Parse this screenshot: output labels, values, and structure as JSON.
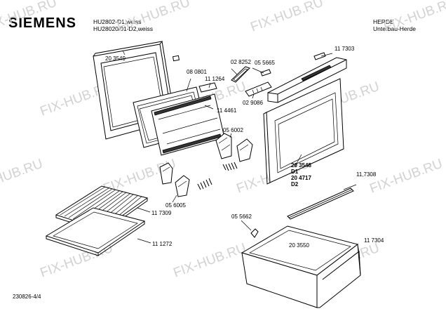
{
  "header": {
    "brand": "SIEMENS",
    "model_line_1": "HU2802-D1,weiss",
    "model_line_2": "HU28020/01-D2,weiss",
    "category_line_1": "HERDE",
    "category_line_2": "Unterbau-Herde"
  },
  "footer": {
    "ref": "230826-4/4"
  },
  "watermark": "FIX-HUB.RU",
  "parts": {
    "door_frame": "20 3549",
    "inner_glass_frame": "08 0801",
    "door_glass": "11 1264",
    "door_strip": "11 4461",
    "handle": "02 8252",
    "spacer": "05 5665",
    "control_panel": "11 7303",
    "panel_insert": "02 9086",
    "hinge_right": "05 6002",
    "hinge_left": "05 6005",
    "oven_door_code": "20 3548",
    "oven_door_d1": "D1",
    "oven_door_code_2": "20 4717",
    "oven_door_d2": "D2",
    "rail": "11,7308",
    "grill_rack": "11 7309",
    "baking_tray": "11 1272",
    "clip": "05 5662",
    "drawer": "20 3550",
    "drawer_front": "11 7304"
  }
}
